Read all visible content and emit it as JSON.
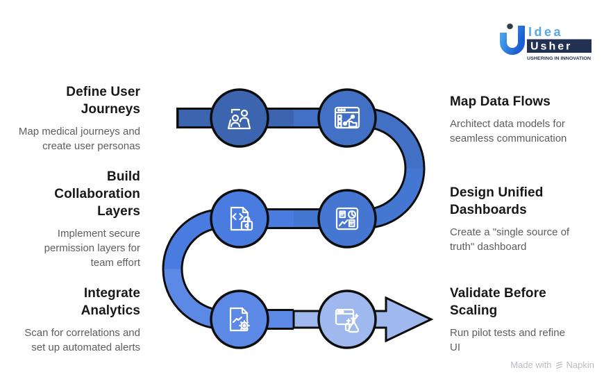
{
  "logo": {
    "brand_top": "Idea",
    "brand_bottom": "Usher",
    "tagline": "USHERING IN INNOVATION",
    "accent_light": "#4aa9ec",
    "accent_dark": "#1d5fd2",
    "box_color": "#223052",
    "dot_color": "#333c45"
  },
  "footer": {
    "made_with": "Made with",
    "brand": "Napkin"
  },
  "steps": [
    {
      "title_lines": [
        "Define User",
        "Journeys"
      ],
      "desc_lines": [
        "Map medical journeys and",
        "create user personas"
      ],
      "icon": "user-personas-icon",
      "color": "#3d64af",
      "side": "left"
    },
    {
      "title_lines": [
        "Map Data Flows"
      ],
      "desc_lines": [
        "Architect data models for",
        "seamless communication"
      ],
      "icon": "data-flow-icon",
      "color": "#4270c5",
      "side": "right"
    },
    {
      "title_lines": [
        "Design Unified",
        "Dashboards"
      ],
      "desc_lines": [
        "Create a \"single source of",
        "truth\" dashboard"
      ],
      "icon": "dashboard-icon",
      "color": "#4577d2",
      "side": "right"
    },
    {
      "title_lines": [
        "Build",
        "Collaboration",
        "Layers"
      ],
      "desc_lines": [
        "Implement secure",
        "permission layers for",
        "team effort"
      ],
      "icon": "secure-code-icon",
      "color": "#497cde",
      "side": "left"
    },
    {
      "title_lines": [
        "Integrate",
        "Analytics"
      ],
      "desc_lines": [
        "Scan for correlations and",
        "set up automated alerts"
      ],
      "icon": "analytics-doc-icon",
      "color": "#5c88e6",
      "side": "left"
    },
    {
      "title_lines": [
        "Validate Before",
        "Scaling"
      ],
      "desc_lines": [
        "Run pilot tests and refine",
        "UI"
      ],
      "icon": "pilot-test-icon",
      "color": "#9fb9ef",
      "side": "right"
    }
  ],
  "path": {
    "outline_color": "#0d0d0d",
    "icon_color": "#ffffff",
    "segments": {
      "s1": "#3d64af",
      "s2": "#4270c5",
      "s3": "#4477d2",
      "s4": "#497cde",
      "s5": "#5c88e6",
      "s6": "#9fb9ef"
    },
    "arrow_fill": "#9fb9ef"
  }
}
